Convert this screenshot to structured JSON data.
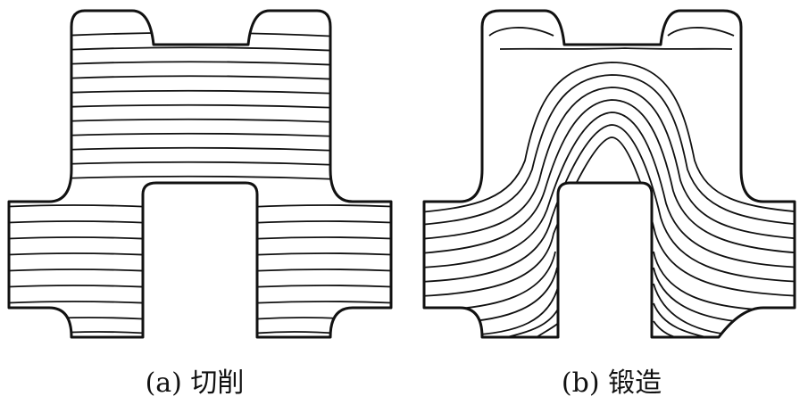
{
  "panels": [
    {
      "id": "a",
      "label": "(a) 切削",
      "grain": "straight"
    },
    {
      "id": "b",
      "label": "(b) 锻造",
      "grain": "flow"
    }
  ],
  "colors": {
    "stroke": "#111111",
    "background": "#ffffff"
  }
}
